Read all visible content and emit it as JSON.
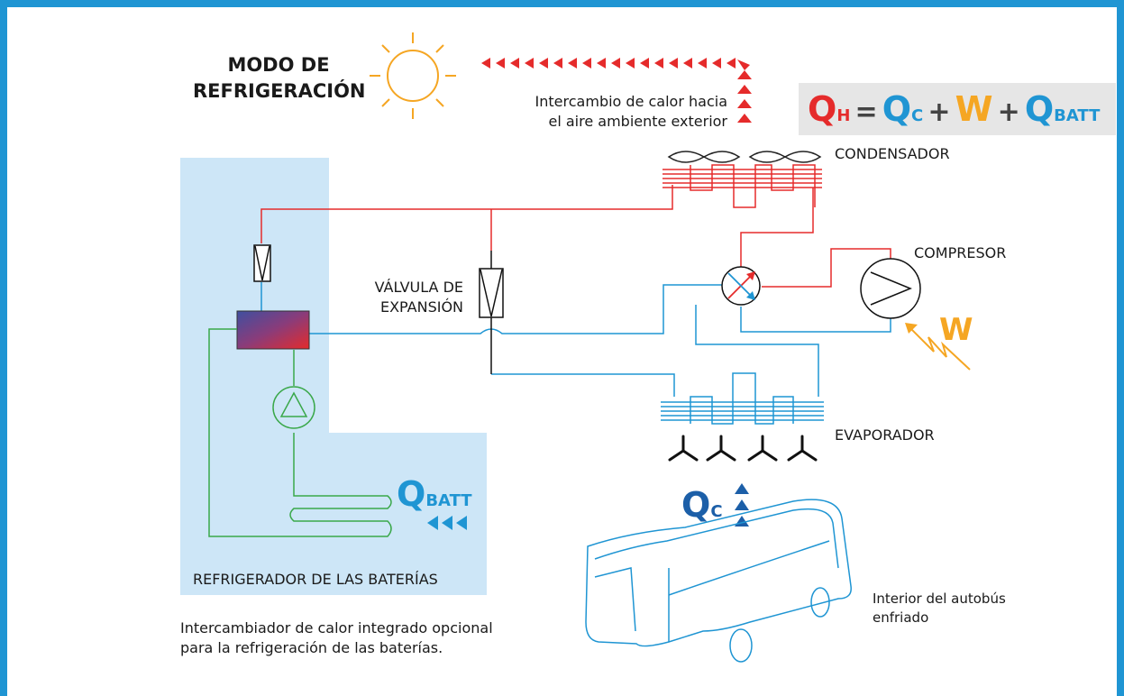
{
  "title": {
    "line1": "MODO DE",
    "line2": "REFRIGERACIÓN"
  },
  "notes": {
    "outdoor_line1": "Intercambio de calor hacia",
    "outdoor_line2": "el aire ambiente exterior",
    "battery_note_line1": "Intercambiador de calor integrado opcional",
    "battery_note_line2": "para la refrigeración de las baterías.",
    "bus_line1": "Interior del autobús",
    "bus_line2": "enfriado"
  },
  "components": {
    "condenser": "CONDENSADOR",
    "compressor": "COMPRESOR",
    "valve_line1": "VÁLVULA DE",
    "valve_line2": "EXPANSIÓN",
    "evaporator": "EVAPORADOR",
    "battery_chiller": "REFRIGERADOR DE LAS BATERÍAS"
  },
  "formula": {
    "qh": "Q",
    "qh_sub": "H",
    "eq": "=",
    "qc": "Q",
    "qc_sub": "C",
    "plus1": "+",
    "w": "W",
    "plus2": "+",
    "qb": "Q",
    "qb_sub": "BATT"
  },
  "labels": {
    "w": "W",
    "qc": "Q",
    "qc_sub": "C",
    "qbatt": "Q",
    "qbatt_sub": "BATT"
  },
  "colors": {
    "frame": "#1f95d3",
    "hot_line": "#e52b2b",
    "cold_line": "#1f95d3",
    "glycol_line": "#3aa84a",
    "work": "#f5a623",
    "qc_blue": "#1c5fa8",
    "battery_panel": "#cde6f7",
    "formula_bg": "#e6e6e6"
  }
}
